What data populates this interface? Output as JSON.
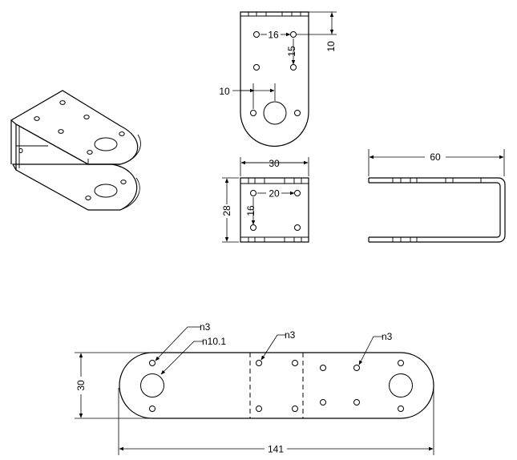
{
  "top_view": {
    "dim_hole_spacing": "16",
    "dim_edge_to_hole": "15",
    "dim_top_height": "10",
    "dim_side_offset": "10"
  },
  "front_view": {
    "dim_width": "30",
    "dim_height": "28",
    "dim_hole_spacing_x": "20",
    "dim_hole_spacing_y": "16"
  },
  "side_view": {
    "dim_length": "60"
  },
  "flat_pattern": {
    "dim_width": "30",
    "dim_length": "141",
    "callout_small_hole_1": "n3",
    "callout_large_hole": "n10.1",
    "callout_small_hole_2": "n3",
    "callout_small_hole_3": "n3"
  }
}
